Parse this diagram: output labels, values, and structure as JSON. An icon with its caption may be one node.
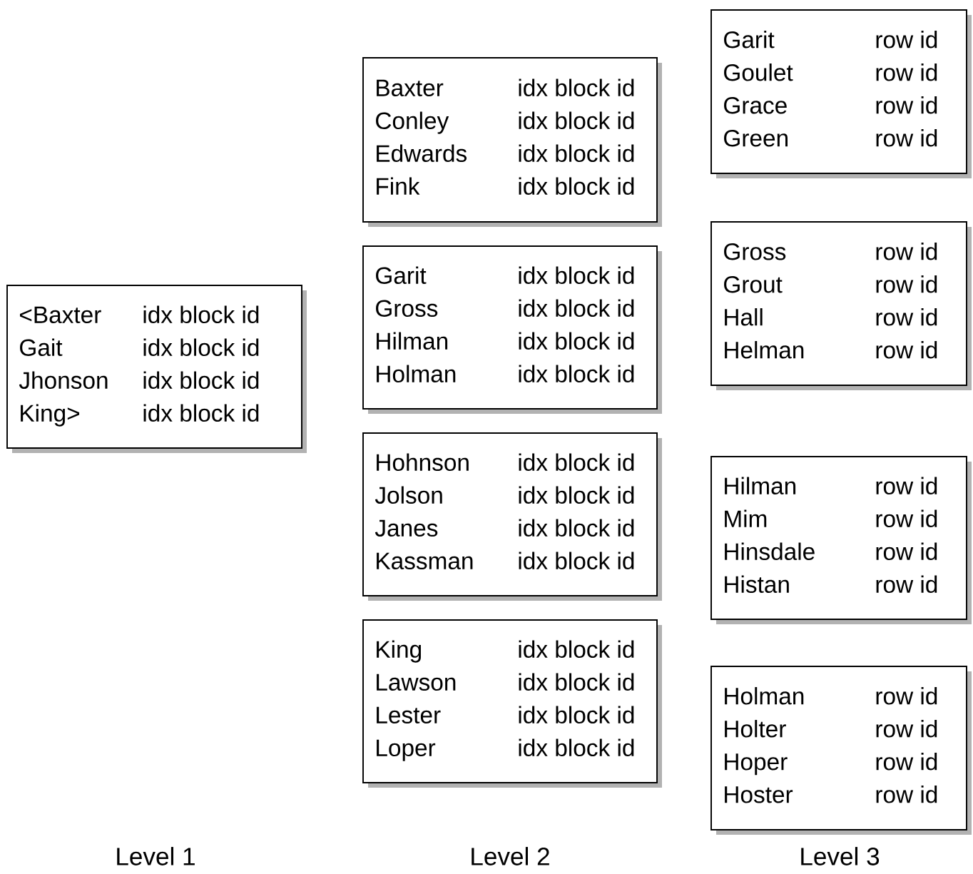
{
  "diagram": {
    "nodes": [
      {
        "text": [
          "<Baxter",
          "idx block id",
          "Gait",
          "idx block id",
          "Jhonson",
          "idx block id",
          "King>",
          "idx block id"
        ]
      },
      {
        "text": [
          "Baxter",
          "idx block id",
          "Conley",
          "idx block id",
          "Edwards",
          "idx block id",
          "Fink",
          "idx block id"
        ]
      },
      {
        "text": [
          "Garit",
          "idx block id",
          "Gross",
          "idx block id",
          "Hilman",
          "idx block id",
          "Holman",
          "idx block id"
        ]
      },
      {
        "text": [
          "Hohnson",
          "idx block id",
          "Jolson",
          "idx block id",
          "Janes",
          "idx block id",
          "Kassman",
          "idx block id"
        ]
      },
      {
        "text": [
          "King",
          "idx block id",
          "Lawson",
          "idx block id",
          "Lester",
          "idx block id",
          "Loper",
          "idx block id"
        ]
      },
      {
        "text": [
          "Garit",
          "row id",
          "Goulet",
          "row id",
          "Grace",
          "row id",
          "Green",
          "row id"
        ]
      },
      {
        "text": [
          "Gross",
          "row id",
          "Grout",
          "row id",
          "Hall",
          "row id",
          "Helman",
          "row id"
        ]
      },
      {
        "text": [
          "Hilman",
          "row id",
          "Mim",
          "row id",
          "Hinsdale",
          "row id",
          "Histan",
          "row id"
        ]
      },
      {
        "text": [
          "Holman",
          "row id",
          "Holter",
          "row id",
          "Hoper",
          "row id",
          "Hoster",
          "row id"
        ]
      }
    ],
    "labels": [
      "Level 1",
      "Level 2",
      "Level 3"
    ]
  }
}
